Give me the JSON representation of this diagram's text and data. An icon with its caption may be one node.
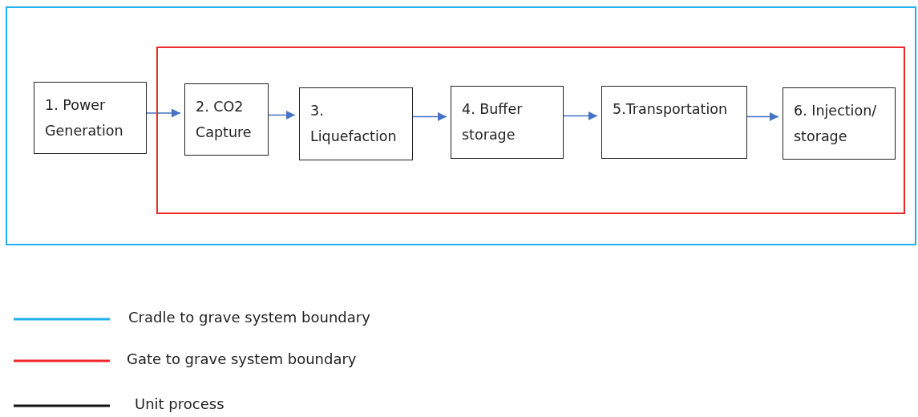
{
  "diagram": {
    "nodes": [
      {
        "text": [],
        "shape": "box"
      },
      {
        "text": [],
        "shape": "box",
        "in": 0
      },
      {
        "text": [
          "1. Power Generation"
        ],
        "in": 0
      },
      {
        "text": [
          "2. CO2 Capture"
        ],
        "in": 1
      },
      {
        "text": [
          "3. Liquefaction"
        ],
        "in": 1
      },
      {
        "text": [
          "4. Buffer storage"
        ],
        "in": 1
      },
      {
        "text": [
          "5.Transportation"
        ],
        "in": 1
      },
      {
        "text": [
          "6. Injection/ storage"
        ],
        "in": 1
      }
    ],
    "edges": [
      {
        "from": 2,
        "to": 3,
        "arrow": "to"
      },
      {
        "from": 3,
        "to": 4,
        "arrow": "to"
      },
      {
        "from": 4,
        "to": 5,
        "arrow": "to"
      },
      {
        "from": 5,
        "to": 6,
        "arrow": "to"
      },
      {
        "from": 6,
        "to": 7,
        "arrow": "to"
      }
    ],
    "legend": [
      {
        "text": "Cradle to grave system boundary"
      },
      {
        "text": "Gate to grave system boundary"
      },
      {
        "text": "Unit process"
      }
    ]
  }
}
